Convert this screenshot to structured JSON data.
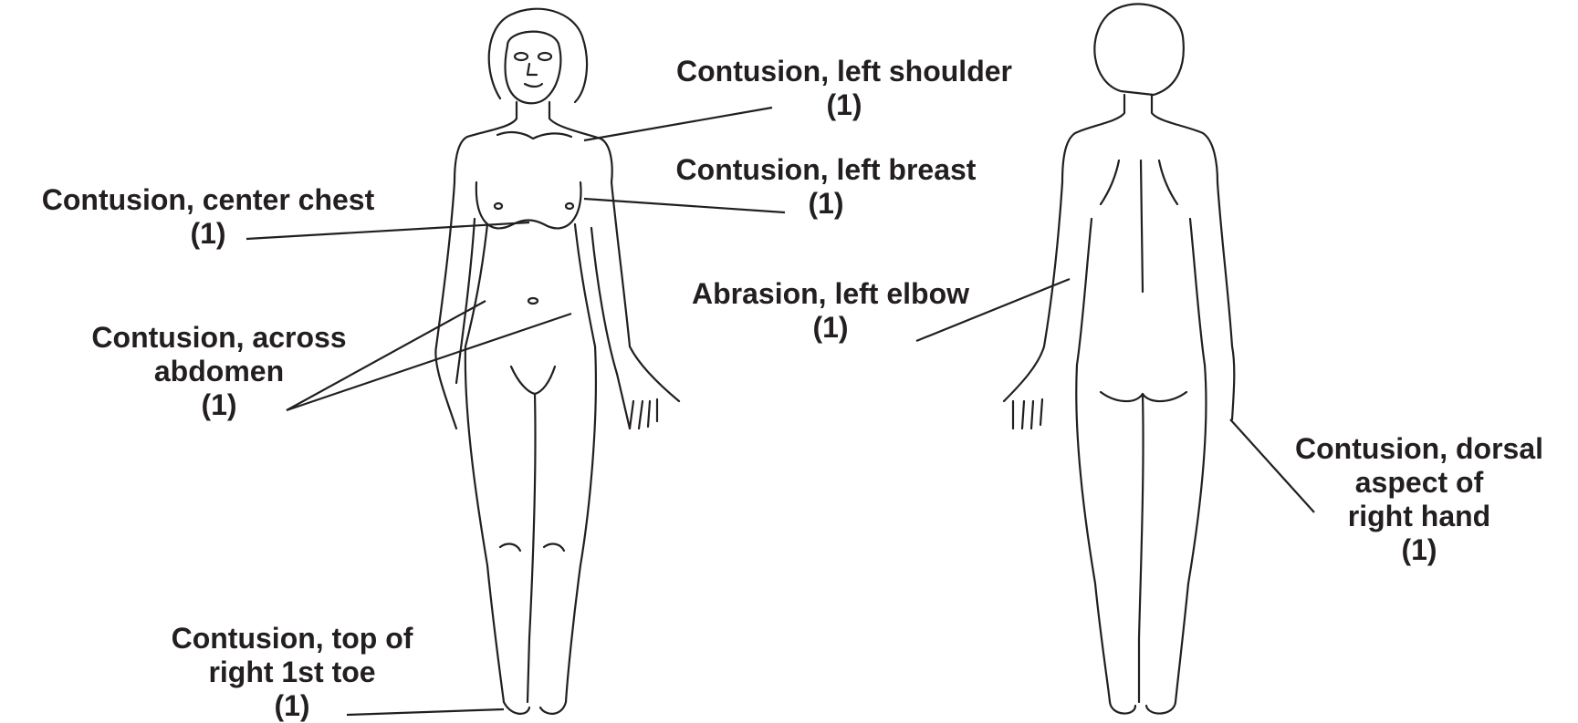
{
  "annotations": [
    {
      "id": "left-shoulder",
      "lines": [
        "Contusion, left shoulder",
        "(1)"
      ]
    },
    {
      "id": "left-breast",
      "lines": [
        "Contusion, left breast",
        "(1)"
      ]
    },
    {
      "id": "center-chest",
      "lines": [
        "Contusion, center chest",
        "(1)"
      ]
    },
    {
      "id": "abdomen",
      "lines": [
        "Contusion, across",
        "abdomen",
        "(1)"
      ]
    },
    {
      "id": "left-elbow",
      "lines": [
        "Abrasion, left elbow",
        "(1)"
      ]
    },
    {
      "id": "right-hand",
      "lines": [
        "Contusion, dorsal",
        "aspect of",
        "right hand",
        "(1)"
      ]
    },
    {
      "id": "right-toe",
      "lines": [
        "Contusion, top of",
        "right 1st toe",
        "(1)"
      ]
    }
  ],
  "figures": [
    "front-view",
    "back-view"
  ],
  "colors": {
    "ink": "#231f20",
    "background": "#ffffff"
  }
}
